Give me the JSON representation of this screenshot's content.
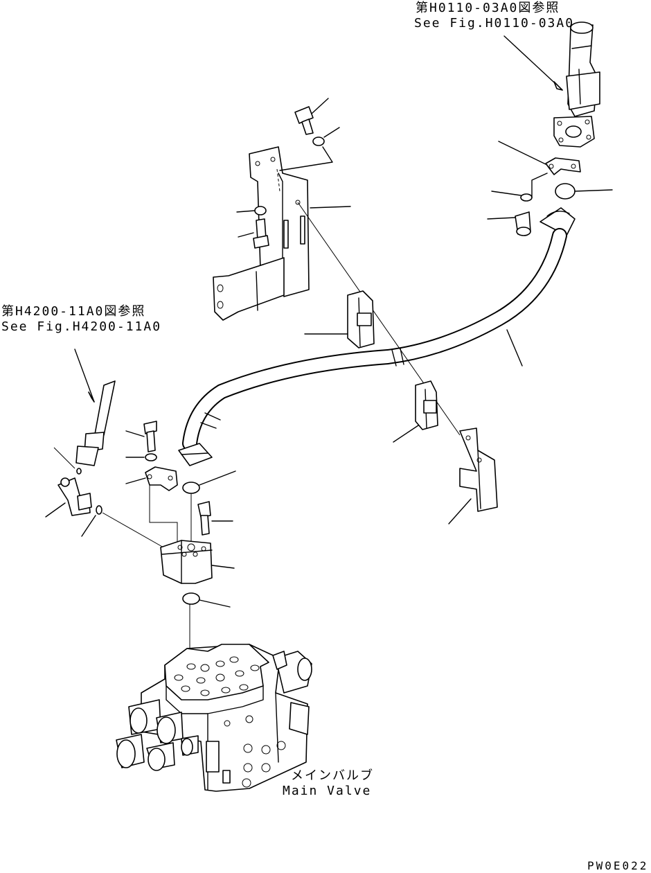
{
  "refs": {
    "top_right_jp": "第H0110-03A0図参照",
    "top_right_en": "See Fig.H0110-03A0",
    "left_jp": "第H4200-11A0図参照",
    "left_en": "See Fig.H4200-11A0"
  },
  "main_valve": {
    "label_jp": "メインバルブ",
    "label_en": "Main Valve"
  },
  "drawing_code": "PW0E022",
  "colors": {
    "line": "#000000",
    "background": "#ffffff"
  }
}
